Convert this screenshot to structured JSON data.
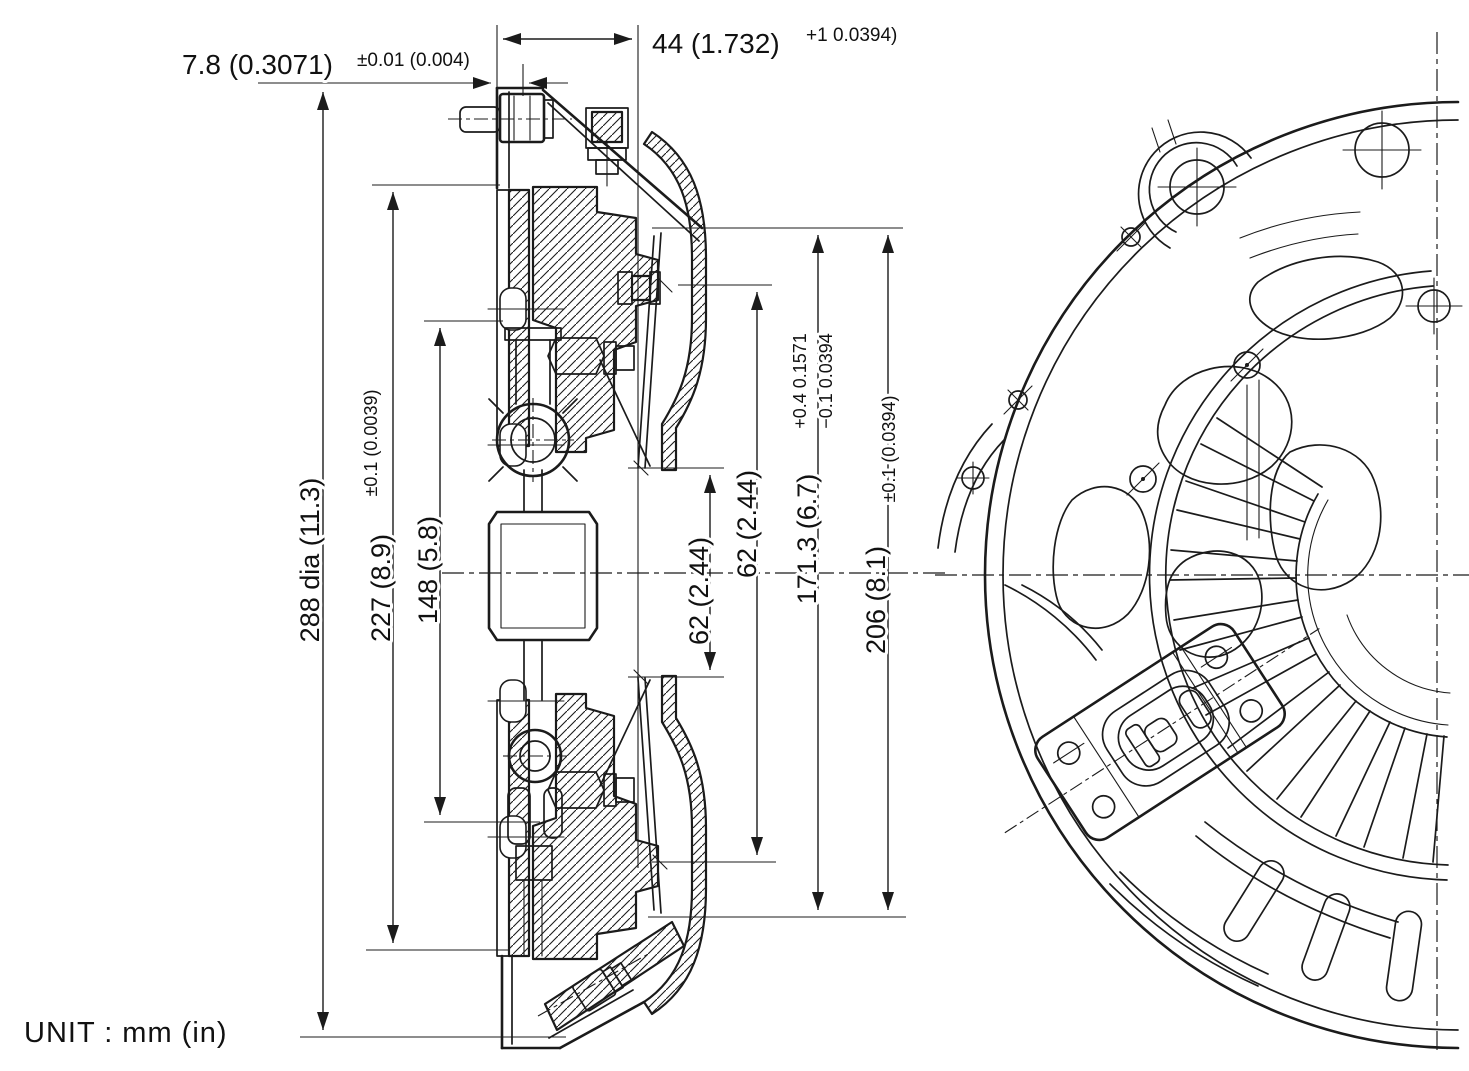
{
  "drawing": {
    "unit_label": "UNIT :  mm (in)",
    "dimensions": {
      "d78": {
        "value": "7.8 (0.3071)",
        "tolerance": "±0.01 (0.004)"
      },
      "d44": {
        "value": "44 (1.732)",
        "tolerance": "+1 0.0394)"
      },
      "d288": {
        "value": "288 dia (11.3)"
      },
      "d227": {
        "value": "227 (8.9)",
        "tolerance": "±0.1 (0.0039)"
      },
      "d148": {
        "value": "148 (5.8)"
      },
      "d62i": {
        "value": "62 (2.44)"
      },
      "d62o": {
        "value": "62 (2.44)"
      },
      "d171": {
        "value": "171.3 (6.7)",
        "tolerance_upper": "+0.4 0.1571",
        "tolerance_lower": "−0.1 0.0394"
      },
      "d206": {
        "value": "206 (8.1)",
        "tolerance": "±0.1 (0.0394)"
      }
    },
    "colors": {
      "line": "#1b1b1b",
      "background": "#ffffff"
    }
  }
}
